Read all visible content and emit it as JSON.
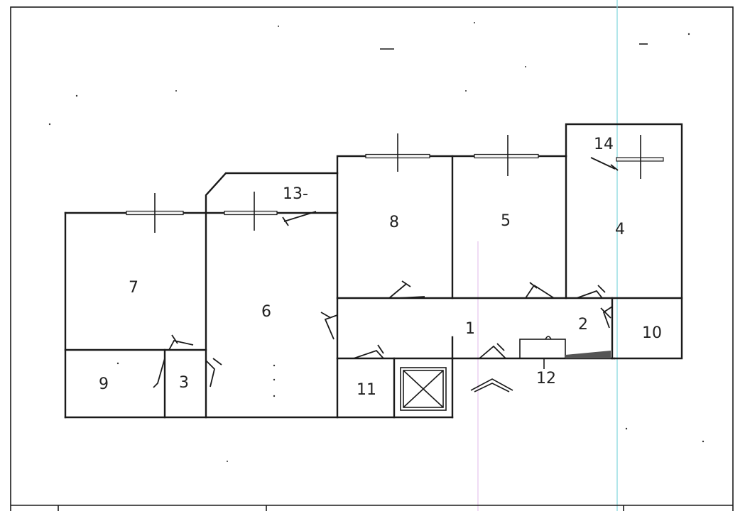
{
  "plan": {
    "rooms": [
      {
        "id": "r1",
        "label": "1"
      },
      {
        "id": "r2",
        "label": "2"
      },
      {
        "id": "r3",
        "label": "3"
      },
      {
        "id": "r4",
        "label": "4"
      },
      {
        "id": "r5",
        "label": "5"
      },
      {
        "id": "r6",
        "label": "6"
      },
      {
        "id": "r7",
        "label": "7"
      },
      {
        "id": "r8",
        "label": "8"
      },
      {
        "id": "r9",
        "label": "9"
      },
      {
        "id": "r10",
        "label": "10"
      },
      {
        "id": "r11",
        "label": "11"
      },
      {
        "id": "r12",
        "label": "12"
      },
      {
        "id": "r13",
        "label": "13-"
      },
      {
        "id": "r14",
        "label": "14"
      }
    ]
  },
  "colors": {
    "line": "#1a1a1a",
    "frame_guide": "#7fd6dc",
    "paper": "#ffffff"
  }
}
